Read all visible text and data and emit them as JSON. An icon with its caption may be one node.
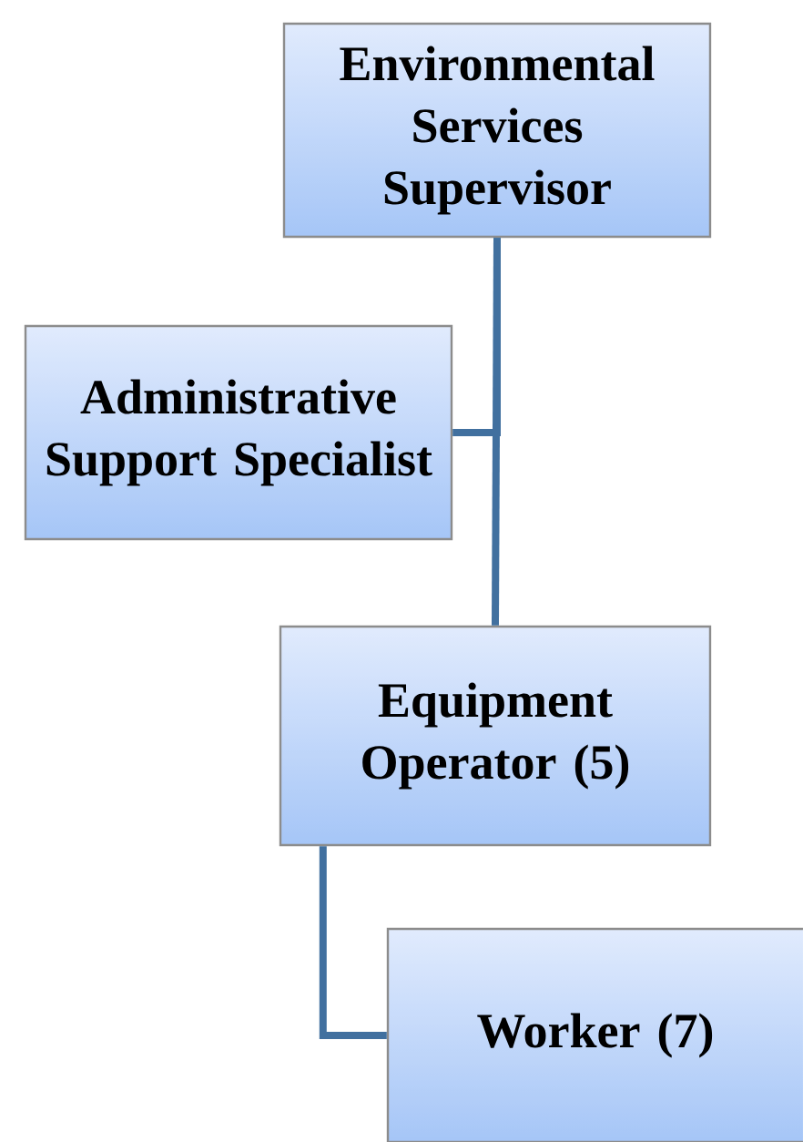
{
  "diagram": {
    "nodes": [
      {
        "text": [
          "Environmental Services Supervisor"
        ]
      },
      {
        "text": [
          "Administrative Support Specialist"
        ]
      },
      {
        "text": [
          "Equipment Operator (5)"
        ]
      },
      {
        "text": [
          "Worker (7)"
        ]
      }
    ],
    "edges": [
      {
        "from": 0,
        "to": 1,
        "arrow": "none"
      },
      {
        "from": 0,
        "to": 2,
        "arrow": "none"
      },
      {
        "from": 2,
        "to": 3,
        "arrow": "none"
      }
    ]
  }
}
